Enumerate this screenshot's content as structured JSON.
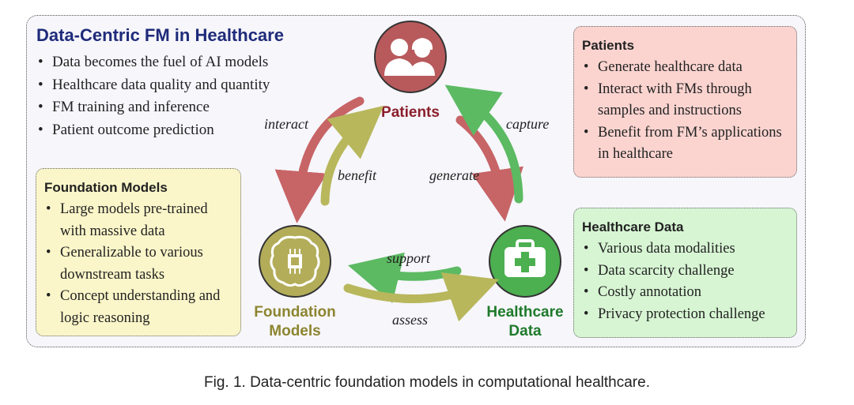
{
  "main": {
    "title": "Data-Centric FM in Healthcare",
    "bullets": [
      "Data becomes the fuel of AI models",
      "Healthcare data quality and quantity",
      "FM training and inference",
      "Patient outcome prediction"
    ]
  },
  "panels": {
    "patients": {
      "title": "Patients",
      "bullets": [
        "Generate healthcare data",
        "Interact with FMs through samples and instructions",
        "Benefit from FM’s applications in healthcare"
      ]
    },
    "foundation": {
      "title": "Foundation Models",
      "bullets": [
        "Large models pre-trained with massive data",
        "Generalizable to various downstream tasks",
        "Concept understanding and logic reasoning"
      ]
    },
    "healthcare": {
      "title": "Healthcare Data",
      "bullets": [
        "Various data modalities",
        "Data scarcity challenge",
        "Costly annotation",
        "Privacy protection challenge"
      ]
    }
  },
  "nodes": {
    "patients": {
      "label_lines": [
        "Patients"
      ],
      "icon": "patients-icon"
    },
    "foundation": {
      "label_lines": [
        "Foundation",
        "Models"
      ],
      "icon": "brain-chip-icon"
    },
    "healthcare": {
      "label_lines": [
        "Healthcare",
        "Data"
      ],
      "icon": "medical-kit-icon"
    }
  },
  "arrows": {
    "interact": "interact",
    "benefit": "benefit",
    "generate": "generate",
    "capture": "capture",
    "support": "support",
    "assess": "assess"
  },
  "caption": "Fig. 1.  Data-centric foundation models in computational healthcare.",
  "colors": {
    "title_blue": "#1f2b7a",
    "patients_red": "#b55a5a",
    "patients_label": "#8b1f2b",
    "foundation_olive": "#b3ad5a",
    "foundation_label": "#8d8530",
    "healthcare_green": "#4caf50",
    "healthcare_label": "#1e7a2a",
    "arrow_red": "#c76466",
    "arrow_olive": "#b8b75c",
    "arrow_green": "#5cba62",
    "panel_red": "#fbd4d0",
    "panel_yellow": "#fbf6c9",
    "panel_green": "#d7f5d3"
  }
}
